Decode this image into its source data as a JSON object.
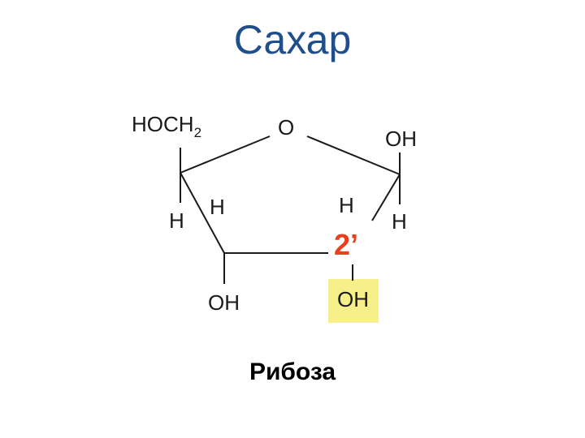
{
  "title": "Сахар",
  "caption": "Рибоза",
  "molecule": {
    "ring_oxygen": "O",
    "c5_group": "HOCH",
    "c5_group_subscript": "2",
    "c1_oh": "OH",
    "c1_h": "H",
    "c4_h": "H",
    "c3_h": "H",
    "c2_h": "H",
    "c3_oh": "OH",
    "c2_oh": "OH",
    "position_label": "2’"
  },
  "colors": {
    "title": "#1f4e8c",
    "position_label": "#e8401c",
    "highlight": "#f7f08a"
  }
}
